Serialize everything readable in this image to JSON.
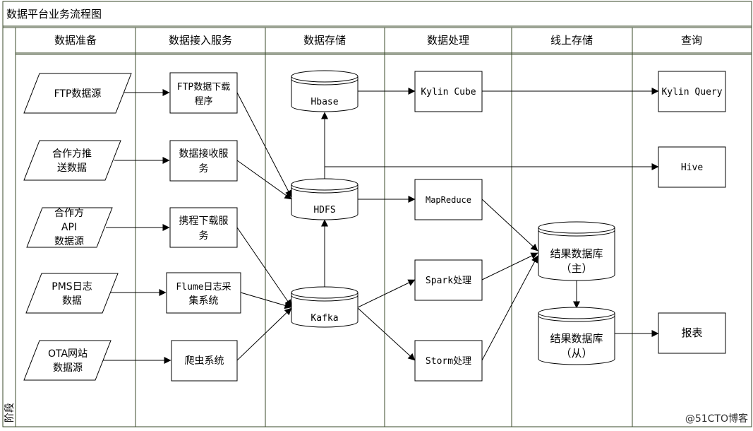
{
  "diagram": {
    "title": "数据平台业务流程图",
    "stage_label": "阶段",
    "watermark": "@51CTO博客",
    "lanes": [
      {
        "id": "lane-data-prep",
        "label": "数据准备"
      },
      {
        "id": "lane-ingestion",
        "label": "数据接入服务"
      },
      {
        "id": "lane-storage",
        "label": "数据存储"
      },
      {
        "id": "lane-processing",
        "label": "数据处理"
      },
      {
        "id": "lane-online-storage",
        "label": "线上存储"
      },
      {
        "id": "lane-query",
        "label": "查询"
      }
    ],
    "nodes": {
      "src_ftp": {
        "lines": [
          "FTP数据源"
        ]
      },
      "src_partner_push": {
        "lines": [
          "合作方推",
          "送数据"
        ]
      },
      "src_partner_api": {
        "lines": [
          "合作方",
          "API",
          "数据源"
        ]
      },
      "src_pms_log": {
        "lines": [
          "PMS日志",
          "数据"
        ]
      },
      "src_ota_site": {
        "lines": [
          "OTA网站",
          "数据源"
        ]
      },
      "svc_ftp_download": {
        "lines": [
          "FTP数据下载",
          "程序"
        ]
      },
      "svc_data_receive": {
        "lines": [
          "数据接收服",
          "务"
        ]
      },
      "svc_ctrip_download": {
        "lines": [
          "携程下载服",
          "务"
        ]
      },
      "svc_flume": {
        "lines": [
          "Flume日志采",
          "集系统"
        ]
      },
      "svc_crawler": {
        "lines": [
          "爬虫系统"
        ]
      },
      "db_hbase": {
        "lines": [
          "Hbase"
        ]
      },
      "db_hdfs": {
        "lines": [
          "HDFS"
        ]
      },
      "db_kafka": {
        "lines": [
          "Kafka"
        ]
      },
      "proc_kylin_cube": {
        "lines": [
          "Kylin Cube"
        ]
      },
      "proc_mapreduce": {
        "lines": [
          "MapReduce"
        ]
      },
      "proc_spark": {
        "lines": [
          "Spark处理"
        ]
      },
      "proc_storm": {
        "lines": [
          "Storm处理"
        ]
      },
      "db_result_master": {
        "lines": [
          "结果数据库",
          "（主）"
        ]
      },
      "db_result_slave": {
        "lines": [
          "结果数据库",
          "（从）"
        ]
      },
      "q_kylin_query": {
        "lines": [
          "Kylin Query"
        ]
      },
      "q_hive": {
        "lines": [
          "Hive"
        ]
      },
      "q_report": {
        "lines": [
          "报表"
        ]
      }
    },
    "edges": [
      {
        "from": "src_ftp",
        "to": "svc_ftp_download"
      },
      {
        "from": "src_partner_push",
        "to": "svc_data_receive"
      },
      {
        "from": "src_partner_api",
        "to": "svc_ctrip_download"
      },
      {
        "from": "src_pms_log",
        "to": "svc_flume"
      },
      {
        "from": "src_ota_site",
        "to": "svc_crawler"
      },
      {
        "from": "svc_ftp_download",
        "to": "db_hdfs"
      },
      {
        "from": "svc_data_receive",
        "to": "db_hdfs"
      },
      {
        "from": "svc_ctrip_download",
        "to": "db_kafka"
      },
      {
        "from": "svc_flume",
        "to": "db_kafka"
      },
      {
        "from": "svc_crawler",
        "to": "db_kafka"
      },
      {
        "from": "db_kafka",
        "to": "db_hdfs"
      },
      {
        "from": "db_hdfs",
        "to": "db_hbase"
      },
      {
        "from": "db_hbase",
        "to": "proc_kylin_cube"
      },
      {
        "from": "proc_kylin_cube",
        "to": "q_kylin_query"
      },
      {
        "from": "db_hdfs",
        "to": "q_hive"
      },
      {
        "from": "db_hdfs",
        "to": "proc_mapreduce"
      },
      {
        "from": "db_kafka",
        "to": "proc_spark"
      },
      {
        "from": "db_kafka",
        "to": "proc_storm"
      },
      {
        "from": "proc_mapreduce",
        "to": "db_result_master"
      },
      {
        "from": "proc_spark",
        "to": "db_result_master"
      },
      {
        "from": "proc_storm",
        "to": "db_result_master"
      },
      {
        "from": "db_result_master",
        "to": "db_result_slave"
      },
      {
        "from": "db_result_slave",
        "to": "q_report"
      }
    ]
  }
}
